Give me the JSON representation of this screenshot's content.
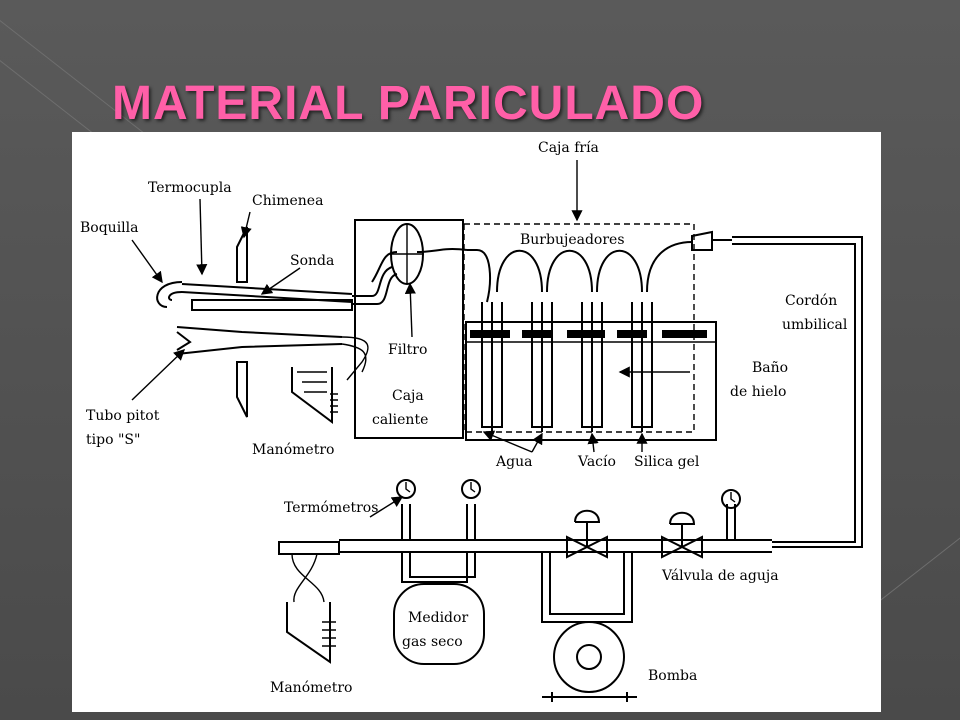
{
  "slide": {
    "title": "MATERIAL PARICULADO",
    "title_color": "#ff5fa8",
    "background_color": "#4f4f4f"
  },
  "diagram": {
    "labels": {
      "caja_fria": "Caja fría",
      "termocupla": "Termocupla",
      "chimenea": "Chimenea",
      "boquilla": "Boquilla",
      "sonda": "Sonda",
      "burbujeadores": "Burbujeadores",
      "cordon_1": "Cordón",
      "cordon_2": "umbilical",
      "filtro": "Filtro",
      "bano_1": "Baño",
      "bano_2": "de hielo",
      "caja_caliente_1": "Caja",
      "caja_caliente_2": "caliente",
      "tubo_pitot_1": "Tubo pitot",
      "tubo_pitot_2": "tipo \"S\"",
      "manometro_top": "Manómetro",
      "agua": "Agua",
      "vacio": "Vacío",
      "silica_gel": "Silica gel",
      "termometros": "Termómetros",
      "valvula_aguja": "Válvula de aguja",
      "medidor_1": "Medidor",
      "medidor_2": "gas seco",
      "bomba": "Bomba",
      "manometro_bottom": "Manómetro"
    }
  }
}
